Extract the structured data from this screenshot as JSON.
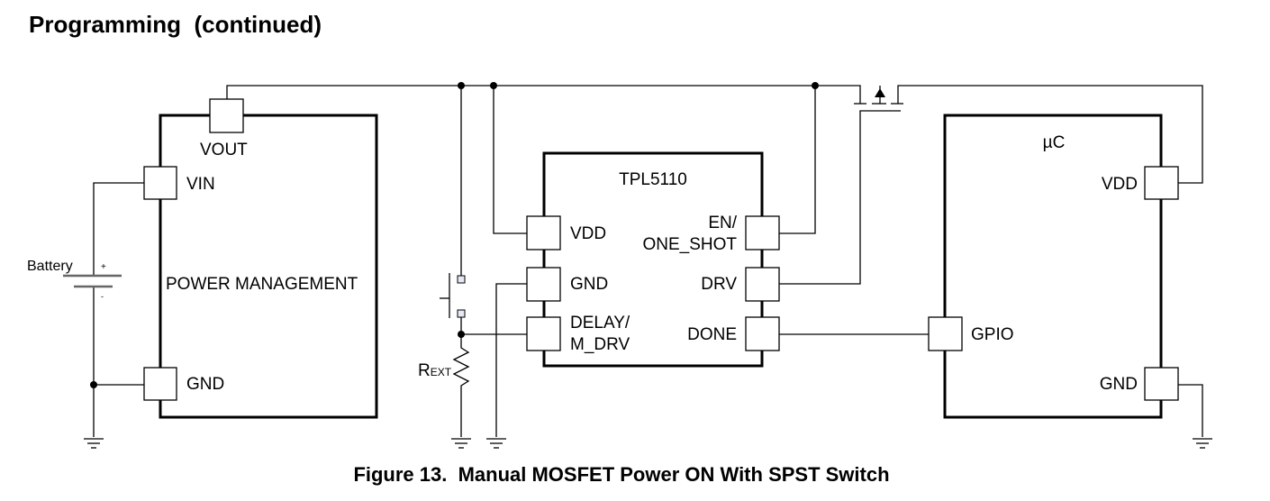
{
  "header": {
    "title": "Programming  (continued)"
  },
  "caption": "Figure 13.  Manual MOSFET Power ON With SPST Switch",
  "power_management": {
    "name": "POWER MANAGEMENT",
    "pins": {
      "vout": "VOUT",
      "vin": "VIN",
      "gnd": "GND"
    }
  },
  "battery": {
    "label": "Battery",
    "plus": "+",
    "minus": "-"
  },
  "resistor": {
    "label_main": "R",
    "label_sub": "EXT"
  },
  "tpl5110": {
    "name": "TPL5110",
    "pins": {
      "vdd": "VDD",
      "gnd": "GND",
      "delay_1": "DELAY/",
      "delay_2": "M_DRV",
      "en_1": "EN/",
      "en_2": "ONE_SHOT",
      "drv": "DRV",
      "done": "DONE"
    }
  },
  "uc": {
    "name": "µC",
    "pins": {
      "vdd": "VDD",
      "gpio": "GPIO",
      "gnd": "GND"
    }
  }
}
